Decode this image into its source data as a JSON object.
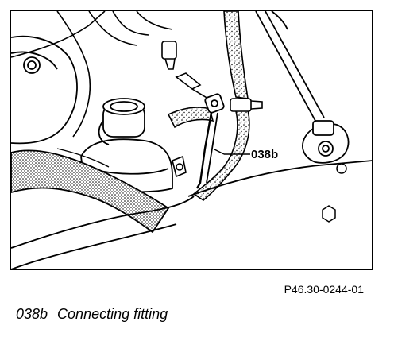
{
  "figure": {
    "callout": "038b",
    "reference": "P46.30-0244-01"
  },
  "caption": {
    "code": "038b",
    "text": "Connecting fitting"
  }
}
